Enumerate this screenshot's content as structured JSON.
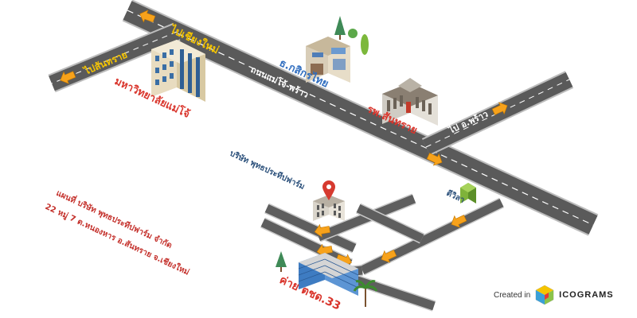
{
  "map": {
    "labels": {
      "to_chiangmai": "ไปเชียงใหม่",
      "to_sankamphaeng": "ไปสันทราย",
      "university": "มหาวิทยาลัยแม่โจ้",
      "kasikorn_bank": "ธ.กสิกรไทย",
      "road_maejo_phrao": "ถนนแม่โจ้-พร้าว",
      "hospital": "รพ.สันทราย",
      "to_amphoe_phrao": "ไป อ.พร้าว",
      "company": "บริษัท พุทธประทีปฟาร์ม",
      "seven_eleven": "ตีวิลา",
      "camp": "ค่าย ตชด.33",
      "address_line1": "แผนที่ บริษัท พุทธประทีปฟาร์ม จำกัด",
      "address_line2": "22 หมู่ 7 ต.หนองหาร อ.สันทราย จ.เชียงใหม่"
    },
    "colors": {
      "road": "#5a5a5a",
      "road_edge": "#cfcfcf",
      "lane": "#ffffff",
      "arrow": "#f7a21b",
      "label_yellow": "#f5c400",
      "label_white": "#ffffff",
      "label_red": "#d9342b",
      "label_blue": "#2f6dbf",
      "label_navy": "#2a4f7a",
      "address": "#c4302b",
      "pin": "#d63a2f"
    }
  },
  "credit": {
    "created_in": "Created in",
    "brand": "ICOGRAMS"
  }
}
